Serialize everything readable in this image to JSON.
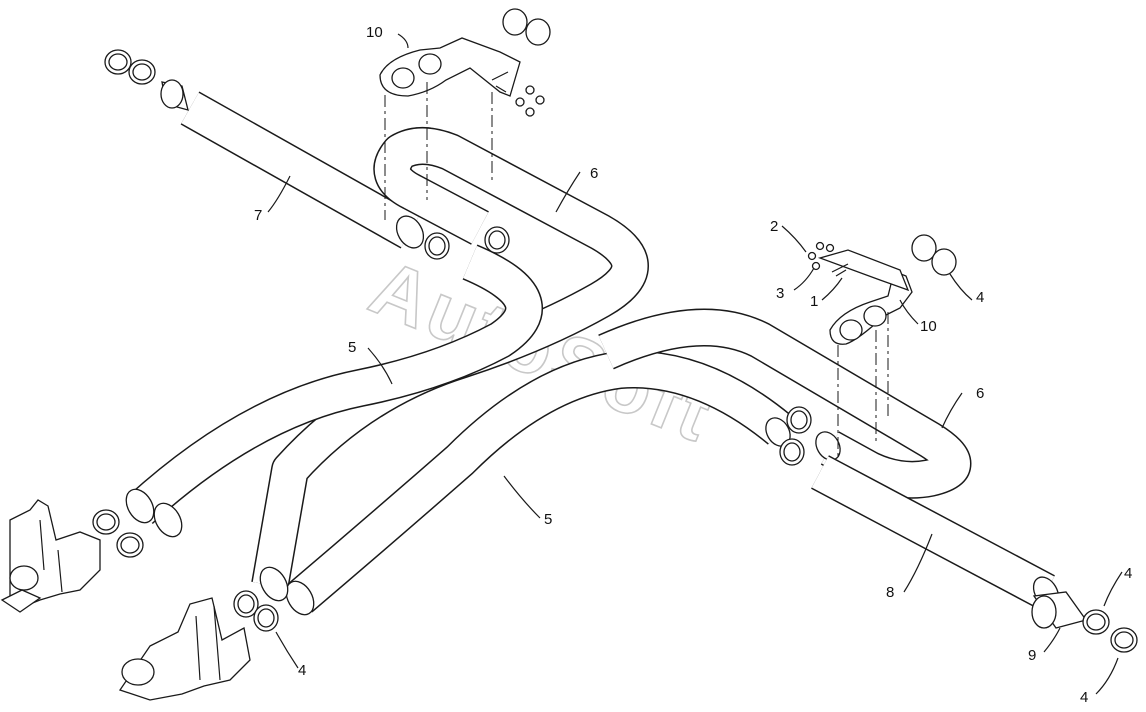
{
  "watermark": "AutoSoft",
  "callouts": {
    "c10a": "10",
    "c6a": "6",
    "c7": "7",
    "c5a": "5",
    "c2": "2",
    "c3": "3",
    "c1": "1",
    "c10b": "10",
    "c4a": "4",
    "c6b": "6",
    "c5b": "5",
    "c8": "8",
    "c4b": "4",
    "c9": "9",
    "c4c": "4",
    "c4d": "4"
  }
}
